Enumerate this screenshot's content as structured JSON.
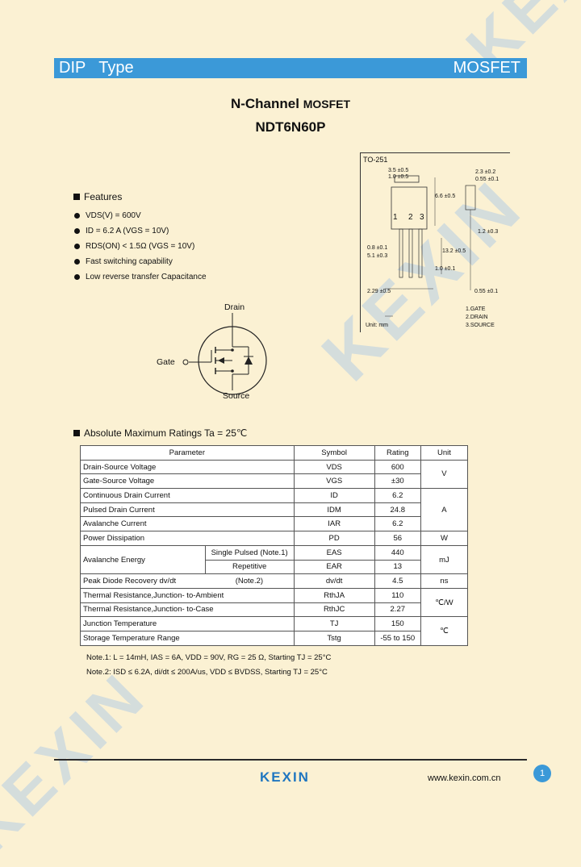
{
  "banner": {
    "left": "DIP   Type",
    "right": "MOSFET"
  },
  "title": {
    "channel": "N-Channel",
    "mosfet": "MOSFET",
    "part": "NDT6N60P"
  },
  "features": {
    "heading": "Features",
    "items": [
      "VDS(V) = 600V",
      "ID = 6.2 A (VGS = 10V)",
      "RDS(ON) < 1.5Ω (VGS = 10V)",
      "Fast switching capability",
      "Low reverse transfer Capacitance"
    ]
  },
  "package": {
    "name": "TO-251",
    "dims": [
      "3.5 ±0.5",
      "1.0 ±0.5",
      "2.3 ±0.2",
      "0.55 ±0.1",
      "6.6 ±0.5",
      "1.2 ±0.3",
      "13.2 ±0.5",
      "0.8 ±0.1",
      "2.29 ±0.5",
      "0.55 ±0.1",
      "5.1 ±0.3",
      "1.0 ±0.1"
    ],
    "pins": [
      "1",
      "2",
      "3"
    ],
    "pin_legend": [
      "1.GATE",
      "2.DRAIN",
      "3.SOURCE"
    ],
    "unit": "Unit: mm"
  },
  "symbol": {
    "drain": "Drain",
    "gate": "Gate",
    "source": "Source"
  },
  "ratings": {
    "heading": "Absolute Maximum Ratings Ta = 25℃",
    "headers": [
      "Parameter",
      "Symbol",
      "Rating",
      "Unit"
    ],
    "rows": [
      {
        "param": "Drain-Source Voltage",
        "symbol": "VDS",
        "rating": "600"
      },
      {
        "param": "Gate-Source Voltage",
        "symbol": "VGS",
        "rating": "±30"
      },
      {
        "param": "Continuous Drain Current",
        "symbol": "ID",
        "rating": "6.2"
      },
      {
        "param": "Pulsed Drain Current",
        "symbol": "IDM",
        "rating": "24.8"
      },
      {
        "param": "Avalanche Current",
        "symbol": "IAR",
        "rating": "6.2"
      },
      {
        "param": "Power Dissipation",
        "symbol": "PD",
        "rating": "56"
      },
      {
        "param": "Avalanche Energy",
        "sub1": "Single Pulsed (Note.1)",
        "symbol": "EAS",
        "rating": "440"
      },
      {
        "sub2": "Repetitive",
        "symbol": "EAR",
        "rating": "13"
      },
      {
        "param": "Peak Diode Recovery dv/dt",
        "note": "(Note.2)",
        "symbol": "dv/dt",
        "rating": "4.5"
      },
      {
        "param": "Thermal Resistance,Junction- to-Ambient",
        "symbol": "RthJA",
        "rating": "110"
      },
      {
        "param": "Thermal Resistance,Junction- to-Case",
        "symbol": "RthJC",
        "rating": "2.27"
      },
      {
        "param": "Junction Temperature",
        "symbol": "TJ",
        "rating": "150"
      },
      {
        "param": "Storage Temperature Range",
        "symbol": "Tstg",
        "rating": "-55 to 150"
      }
    ],
    "units": {
      "v": "V",
      "a": "A",
      "w": "W",
      "mj": "mJ",
      "ns": "ns",
      "cw": "℃/W",
      "c": "℃"
    }
  },
  "notes": [
    "Note.1: L = 14mH, IAS = 6A, VDD = 90V, RG = 25 Ω, Starting TJ = 25°C",
    "Note.2: ISD ≤ 6.2A, di/dt ≤ 200A/us, VDD ≤ BVDSS, Starting TJ = 25°C"
  ],
  "footer": {
    "logo": "KEXIN",
    "url": "www.kexin.com.cn",
    "page": "1"
  },
  "colors": {
    "banner": "#3b99d8",
    "background": "#fbf1d3",
    "watermark": "#aecbe6"
  }
}
